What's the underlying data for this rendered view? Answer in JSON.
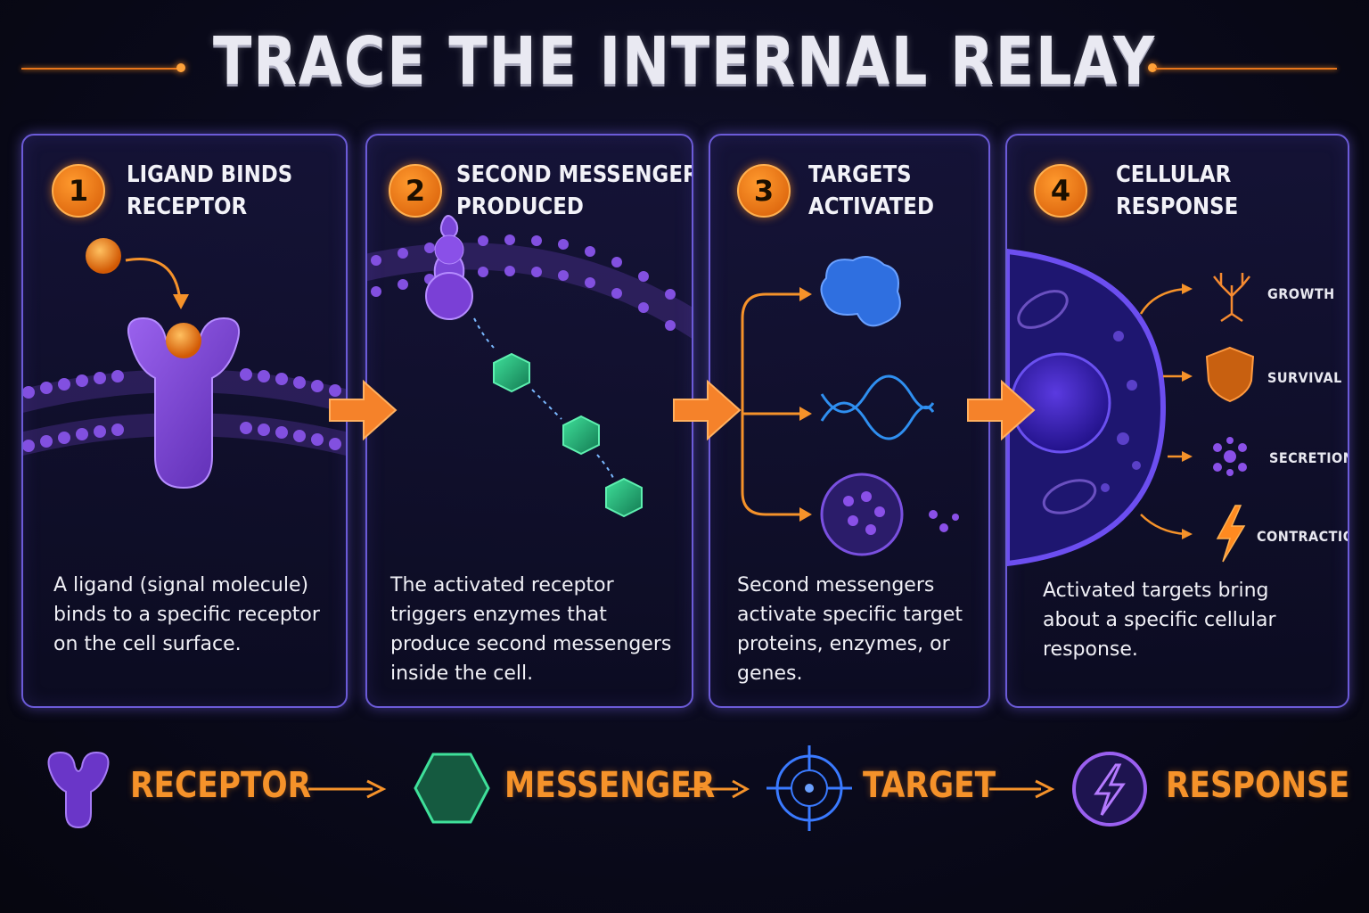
{
  "title": "TRACE THE INTERNAL RELAY",
  "colors": {
    "accent_orange": "#f5922a",
    "panel_border": "#6c5bd8",
    "membrane_purple": "#7a46d8",
    "messenger_green": "#2fc27a",
    "target_blue": "#2f6fe0",
    "background": "#0a0a1c"
  },
  "steps": [
    {
      "number": "1",
      "title_line1": "LIGAND BINDS",
      "title_line2": "RECEPTOR",
      "desc_lines": [
        "A ligand (signal molecule)",
        "binds to a specific receptor",
        "on the cell surface."
      ]
    },
    {
      "number": "2",
      "title_line1": "SECOND MESSENGER",
      "title_line2": "PRODUCED",
      "desc_lines": [
        "The activated receptor",
        "triggers enzymes that",
        "produce second messengers",
        "inside the cell."
      ]
    },
    {
      "number": "3",
      "title_line1": "TARGETS",
      "title_line2": "ACTIVATED",
      "desc_lines": [
        "Second messengers",
        "activate specific target",
        "proteins, enzymes, or",
        "genes."
      ]
    },
    {
      "number": "4",
      "title_line1": "CELLULAR",
      "title_line2": "RESPONSE",
      "desc_lines": [
        "Activated targets bring",
        "about a specific cellular",
        "response."
      ]
    }
  ],
  "responses": [
    "GROWTH",
    "SURVIVAL",
    "SECRETION",
    "CONTRACTION"
  ],
  "legend": [
    {
      "label": "RECEPTOR",
      "icon": "receptor-icon"
    },
    {
      "label": "MESSENGER",
      "icon": "hexagon-icon"
    },
    {
      "label": "TARGET",
      "icon": "crosshair-icon"
    },
    {
      "label": "RESPONSE",
      "icon": "lightning-icon"
    }
  ]
}
